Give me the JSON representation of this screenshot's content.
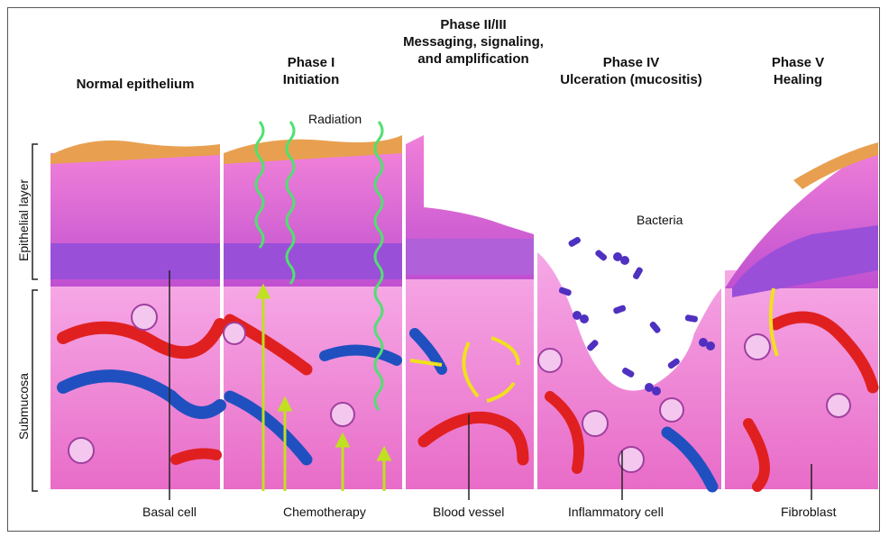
{
  "side_labels": {
    "epithelial": "Epithelial layer",
    "submucosa": "Submucosa"
  },
  "phases": [
    {
      "lines": [
        "Normal epithelium"
      ]
    },
    {
      "lines": [
        "Phase I",
        "Initiation"
      ]
    },
    {
      "lines": [
        "Phase II/III",
        "Messaging, signaling,",
        "and amplification"
      ]
    },
    {
      "lines": [
        "Phase IV",
        "Ulceration (mucositis)"
      ]
    },
    {
      "lines": [
        "Phase V",
        "Healing"
      ]
    }
  ],
  "labels": {
    "radiation": "Radiation",
    "bacteria": "Bacteria",
    "basal_cell": "Basal cell",
    "chemotherapy": "Chemotherapy",
    "blood_vessel": "Blood vessel",
    "inflammatory_cell": "Inflammatory cell",
    "fibroblast": "Fibroblast"
  },
  "colors": {
    "submucosa": "#f07fcf",
    "epithelial_cell": "#e060d8",
    "basal_cell": "#9a4fd9",
    "surface": "#e8a050",
    "artery": "#e02020",
    "vein": "#2050c0",
    "radiation": "#50e070",
    "chemo_arrow": "#c0e020",
    "signal_arrow": "#f0e020",
    "bacteria": "#5030c0"
  }
}
